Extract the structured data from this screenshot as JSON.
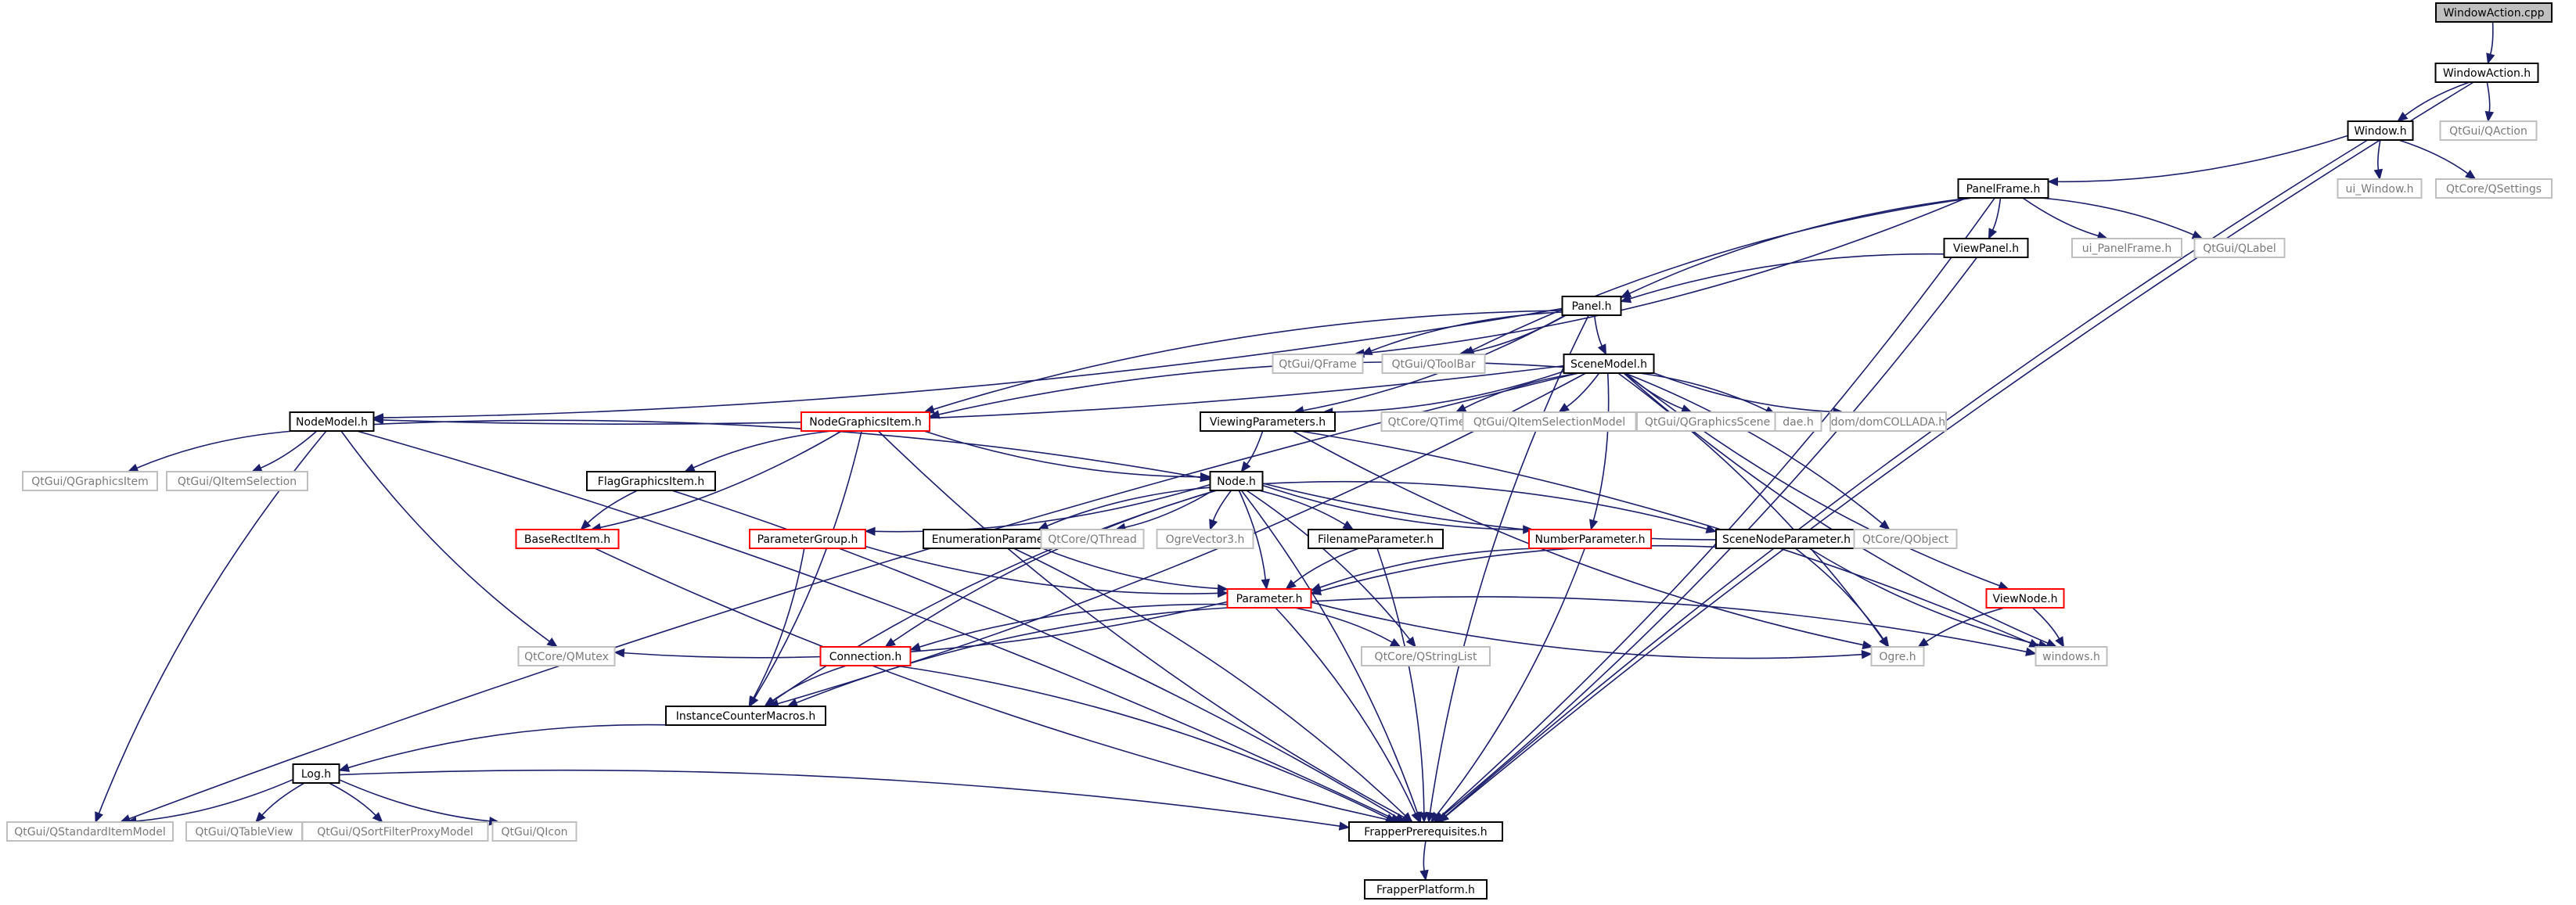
{
  "title": "",
  "colors": {
    "edge": "#1b1f6b",
    "node_border_internal": "#000000",
    "node_border_external": "#bfbfbf",
    "node_border_undocumented": "#ff0000",
    "root_fill": "#c0c0c0"
  },
  "nodes": [
    {
      "id": "windowaction_cpp",
      "label": "WindowAction.cpp",
      "kind": "root"
    },
    {
      "id": "windowaction_h",
      "label": "WindowAction.h",
      "kind": "internal"
    },
    {
      "id": "qtgui_qaction",
      "label": "QtGui/QAction",
      "kind": "external"
    },
    {
      "id": "window_h",
      "label": "Window.h",
      "kind": "internal"
    },
    {
      "id": "ui_window_h",
      "label": "ui_Window.h",
      "kind": "external"
    },
    {
      "id": "qtcore_qsettings",
      "label": "QtCore/QSettings",
      "kind": "external"
    },
    {
      "id": "panelframe_h",
      "label": "PanelFrame.h",
      "kind": "internal"
    },
    {
      "id": "viewpanel_h",
      "label": "ViewPanel.h",
      "kind": "internal"
    },
    {
      "id": "ui_panelframe_h",
      "label": "ui_PanelFrame.h",
      "kind": "external"
    },
    {
      "id": "qtgui_qlabel",
      "label": "QtGui/QLabel",
      "kind": "external"
    },
    {
      "id": "panel_h",
      "label": "Panel.h",
      "kind": "internal"
    },
    {
      "id": "qtgui_qframe",
      "label": "QtGui/QFrame",
      "kind": "external"
    },
    {
      "id": "qtgui_qtoolbar",
      "label": "QtGui/QToolBar",
      "kind": "external"
    },
    {
      "id": "scenemodel_h",
      "label": "SceneModel.h",
      "kind": "internal"
    },
    {
      "id": "nodemodel_h",
      "label": "NodeModel.h",
      "kind": "internal"
    },
    {
      "id": "nodegraphicsitem_h",
      "label": "NodeGraphicsItem.h",
      "kind": "undocumented"
    },
    {
      "id": "viewingparameters_h",
      "label": "ViewingParameters.h",
      "kind": "internal"
    },
    {
      "id": "qtcore_qtime",
      "label": "QtCore/QTime",
      "kind": "external"
    },
    {
      "id": "qtgui_qitemselectionmodel",
      "label": "QtGui/QItemSelectionModel",
      "kind": "external"
    },
    {
      "id": "qtgui_qgraphicsscene",
      "label": "QtGui/QGraphicsScene",
      "kind": "external"
    },
    {
      "id": "dae_h",
      "label": "dae.h",
      "kind": "external"
    },
    {
      "id": "dom_domcollada_h",
      "label": "dom/domCOLLADA.h",
      "kind": "external"
    },
    {
      "id": "qtgui_qgraphicsitem",
      "label": "QtGui/QGraphicsItem",
      "kind": "external"
    },
    {
      "id": "qtgui_qitemselection",
      "label": "QtGui/QItemSelection",
      "kind": "external"
    },
    {
      "id": "flaggraphicsitem_h",
      "label": "FlagGraphicsItem.h",
      "kind": "internal"
    },
    {
      "id": "node_h",
      "label": "Node.h",
      "kind": "internal"
    },
    {
      "id": "baserectitem_h",
      "label": "BaseRectItem.h",
      "kind": "undocumented"
    },
    {
      "id": "parametergroup_h",
      "label": "ParameterGroup.h",
      "kind": "undocumented"
    },
    {
      "id": "enumerationparameter_h",
      "label": "EnumerationParameter.h",
      "kind": "internal"
    },
    {
      "id": "qtcore_qthread",
      "label": "QtCore/QThread",
      "kind": "external"
    },
    {
      "id": "ogrevector3_h",
      "label": "OgreVector3.h",
      "kind": "external"
    },
    {
      "id": "filenameparameter_h",
      "label": "FilenameParameter.h",
      "kind": "internal"
    },
    {
      "id": "numberparameter_h",
      "label": "NumberParameter.h",
      "kind": "undocumented"
    },
    {
      "id": "scenenodeparameter_h",
      "label": "SceneNodeParameter.h",
      "kind": "internal"
    },
    {
      "id": "qtcore_qobject",
      "label": "QtCore/QObject",
      "kind": "external"
    },
    {
      "id": "parameter_h",
      "label": "Parameter.h",
      "kind": "undocumented"
    },
    {
      "id": "viewnode_h",
      "label": "ViewNode.h",
      "kind": "undocumented"
    },
    {
      "id": "qtcore_qmutex",
      "label": "QtCore/QMutex",
      "kind": "external"
    },
    {
      "id": "connection_h",
      "label": "Connection.h",
      "kind": "undocumented"
    },
    {
      "id": "qtcore_qstringlist",
      "label": "QtCore/QStringList",
      "kind": "external"
    },
    {
      "id": "ogre_h",
      "label": "Ogre.h",
      "kind": "external"
    },
    {
      "id": "windows_h",
      "label": "windows.h",
      "kind": "external"
    },
    {
      "id": "instancecountermacros_h",
      "label": "InstanceCounterMacros.h",
      "kind": "internal"
    },
    {
      "id": "log_h",
      "label": "Log.h",
      "kind": "internal"
    },
    {
      "id": "qtgui_qstandarditemmodel",
      "label": "QtGui/QStandardItemModel",
      "kind": "external"
    },
    {
      "id": "qtgui_qtableview",
      "label": "QtGui/QTableView",
      "kind": "external"
    },
    {
      "id": "qtgui_qsortfilterproxymodel",
      "label": "QtGui/QSortFilterProxyModel",
      "kind": "external"
    },
    {
      "id": "qtgui_qicon",
      "label": "QtGui/QIcon",
      "kind": "external"
    },
    {
      "id": "frapperprerequisites_h",
      "label": "FrapperPrerequisites.h",
      "kind": "internal"
    },
    {
      "id": "frapperplatform_h",
      "label": "FrapperPlatform.h",
      "kind": "internal"
    }
  ],
  "edges": [
    [
      "windowaction_cpp",
      "windowaction_h"
    ],
    [
      "windowaction_h",
      "window_h"
    ],
    [
      "windowaction_h",
      "qtgui_qaction"
    ],
    [
      "windowaction_h",
      "frapperprerequisites_h"
    ],
    [
      "window_h",
      "panelframe_h"
    ],
    [
      "window_h",
      "ui_window_h"
    ],
    [
      "window_h",
      "qtcore_qsettings"
    ],
    [
      "window_h",
      "frapperprerequisites_h"
    ],
    [
      "panelframe_h",
      "viewpanel_h"
    ],
    [
      "panelframe_h",
      "ui_panelframe_h"
    ],
    [
      "panelframe_h",
      "qtgui_qlabel"
    ],
    [
      "panelframe_h",
      "panel_h"
    ],
    [
      "panelframe_h",
      "qtgui_qframe"
    ],
    [
      "panelframe_h",
      "qtgui_qtoolbar"
    ],
    [
      "panelframe_h",
      "frapperprerequisites_h"
    ],
    [
      "viewpanel_h",
      "panel_h"
    ],
    [
      "viewpanel_h",
      "frapperprerequisites_h"
    ],
    [
      "panel_h",
      "qtgui_qframe"
    ],
    [
      "panel_h",
      "qtgui_qtoolbar"
    ],
    [
      "panel_h",
      "scenemodel_h"
    ],
    [
      "panel_h",
      "nodemodel_h"
    ],
    [
      "panel_h",
      "nodegraphicsitem_h"
    ],
    [
      "panel_h",
      "viewingparameters_h"
    ],
    [
      "panel_h",
      "frapperprerequisites_h"
    ],
    [
      "scenemodel_h",
      "nodemodel_h"
    ],
    [
      "scenemodel_h",
      "nodegraphicsitem_h"
    ],
    [
      "scenemodel_h",
      "viewingparameters_h"
    ],
    [
      "scenemodel_h",
      "qtcore_qtime"
    ],
    [
      "scenemodel_h",
      "qtgui_qitemselectionmodel"
    ],
    [
      "scenemodel_h",
      "qtgui_qgraphicsscene"
    ],
    [
      "scenemodel_h",
      "dae_h"
    ],
    [
      "scenemodel_h",
      "dom_domcollada_h"
    ],
    [
      "scenemodel_h",
      "qtcore_qobject"
    ],
    [
      "scenemodel_h",
      "viewnode_h"
    ],
    [
      "scenemodel_h",
      "ogre_h"
    ],
    [
      "scenemodel_h",
      "windows_h"
    ],
    [
      "scenemodel_h",
      "numberparameter_h"
    ],
    [
      "scenemodel_h",
      "qtgui_qstandarditemmodel"
    ],
    [
      "scenemodel_h",
      "instancecountermacros_h"
    ],
    [
      "nodemodel_h",
      "qtgui_qgraphicsitem"
    ],
    [
      "nodemodel_h",
      "qtgui_qitemselection"
    ],
    [
      "nodemodel_h",
      "qtgui_qstandarditemmodel"
    ],
    [
      "nodemodel_h",
      "node_h"
    ],
    [
      "nodemodel_h",
      "qtcore_qmutex"
    ],
    [
      "nodemodel_h",
      "frapperprerequisites_h"
    ],
    [
      "nodegraphicsitem_h",
      "flaggraphicsitem_h"
    ],
    [
      "nodegraphicsitem_h",
      "baserectitem_h"
    ],
    [
      "nodegraphicsitem_h",
      "node_h"
    ],
    [
      "nodegraphicsitem_h",
      "instancecountermacros_h"
    ],
    [
      "nodegraphicsitem_h",
      "frapperprerequisites_h"
    ],
    [
      "viewingparameters_h",
      "node_h"
    ],
    [
      "viewingparameters_h",
      "ogre_h"
    ],
    [
      "viewingparameters_h",
      "windows_h"
    ],
    [
      "flaggraphicsitem_h",
      "baserectitem_h"
    ],
    [
      "flaggraphicsitem_h",
      "frapperprerequisites_h"
    ],
    [
      "baserectitem_h",
      "frapperprerequisites_h"
    ],
    [
      "node_h",
      "parametergroup_h"
    ],
    [
      "node_h",
      "enumerationparameter_h"
    ],
    [
      "node_h",
      "qtcore_qthread"
    ],
    [
      "node_h",
      "ogrevector3_h"
    ],
    [
      "node_h",
      "filenameparameter_h"
    ],
    [
      "node_h",
      "numberparameter_h"
    ],
    [
      "node_h",
      "scenenodeparameter_h"
    ],
    [
      "node_h",
      "qtcore_qobject"
    ],
    [
      "node_h",
      "parameter_h"
    ],
    [
      "node_h",
      "connection_h"
    ],
    [
      "node_h",
      "qtcore_qstringlist"
    ],
    [
      "node_h",
      "instancecountermacros_h"
    ],
    [
      "node_h",
      "frapperprerequisites_h"
    ],
    [
      "parametergroup_h",
      "parameter_h"
    ],
    [
      "parametergroup_h",
      "instancecountermacros_h"
    ],
    [
      "enumerationparameter_h",
      "parameter_h"
    ],
    [
      "enumerationparameter_h",
      "frapperprerequisites_h"
    ],
    [
      "filenameparameter_h",
      "parameter_h"
    ],
    [
      "filenameparameter_h",
      "frapperprerequisites_h"
    ],
    [
      "numberparameter_h",
      "parameter_h"
    ],
    [
      "numberparameter_h",
      "frapperprerequisites_h"
    ],
    [
      "scenenodeparameter_h",
      "parameter_h"
    ],
    [
      "scenenodeparameter_h",
      "ogre_h"
    ],
    [
      "scenenodeparameter_h",
      "windows_h"
    ],
    [
      "parameter_h",
      "qtcore_qmutex"
    ],
    [
      "parameter_h",
      "connection_h"
    ],
    [
      "parameter_h",
      "qtcore_qstringlist"
    ],
    [
      "parameter_h",
      "ogre_h"
    ],
    [
      "parameter_h",
      "windows_h"
    ],
    [
      "parameter_h",
      "instancecountermacros_h"
    ],
    [
      "parameter_h",
      "frapperprerequisites_h"
    ],
    [
      "viewnode_h",
      "ogre_h"
    ],
    [
      "viewnode_h",
      "windows_h"
    ],
    [
      "connection_h",
      "instancecountermacros_h"
    ],
    [
      "connection_h",
      "frapperprerequisites_h"
    ],
    [
      "instancecountermacros_h",
      "log_h"
    ],
    [
      "log_h",
      "qtgui_qstandarditemmodel"
    ],
    [
      "log_h",
      "qtgui_qtableview"
    ],
    [
      "log_h",
      "qtgui_qsortfilterproxymodel"
    ],
    [
      "log_h",
      "qtgui_qicon"
    ],
    [
      "log_h",
      "frapperprerequisites_h"
    ],
    [
      "frapperprerequisites_h",
      "frapperplatform_h"
    ]
  ]
}
